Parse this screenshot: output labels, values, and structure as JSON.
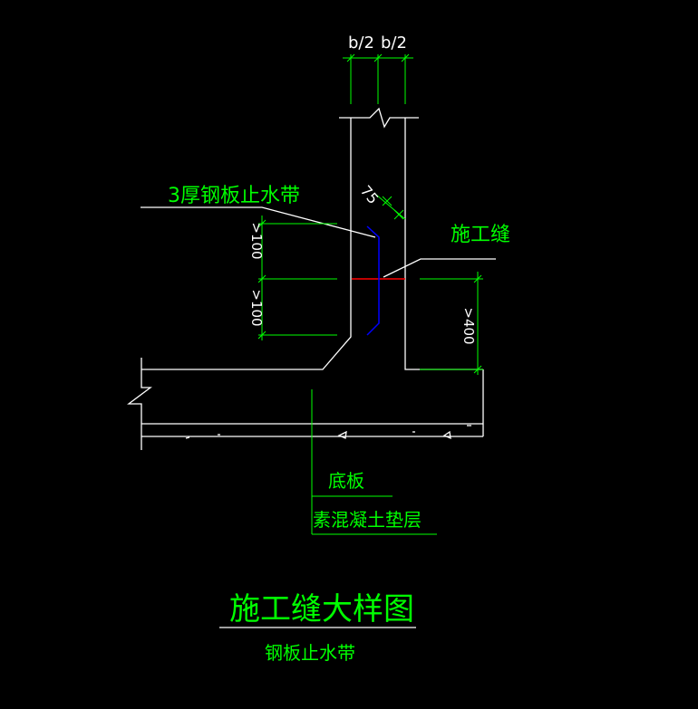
{
  "colors": {
    "background": "#000000",
    "outline": "#ffffff",
    "dimension": "#00ff00",
    "waterstop": "#0000ff",
    "joint": "#ff0000"
  },
  "dims": {
    "b_half_left": "b/2",
    "b_half_right": "b/2",
    "offset": "75",
    "upper_left": ">100",
    "lower_left": ">100",
    "right": ">400"
  },
  "labels": {
    "waterstop": "3厚钢板止水带",
    "joint": "施工缝",
    "bottom_slab": "底板",
    "cushion": "素混凝土垫层"
  },
  "title": {
    "main": "施工缝大样图",
    "sub": "钢板止水带"
  }
}
